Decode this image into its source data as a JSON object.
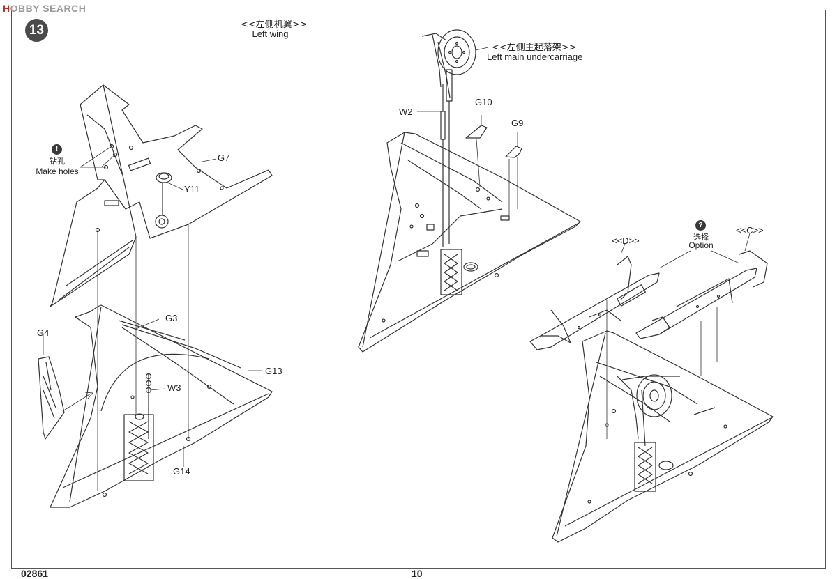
{
  "watermark": {
    "logo": "H",
    "text": "OBBY SEARCH"
  },
  "step_number": "13",
  "sections": {
    "left_wing": {
      "cn": "<<左侧机翼>>",
      "en": "Left wing"
    },
    "left_main_undercarriage": {
      "cn": "<<左侧主起落架>>",
      "en": "Left main undercarriage"
    }
  },
  "notes": {
    "make_holes": {
      "badge": "!",
      "cn": "钻孔",
      "en": "Make holes"
    },
    "option": {
      "badge": "?",
      "cn": "选择",
      "en": "Option"
    }
  },
  "option_labels": {
    "d": "<<D>>",
    "c": "<<C>>"
  },
  "parts": {
    "g7": "G7",
    "y11": "Y11",
    "g3": "G3",
    "g4": "G4",
    "g13": "G13",
    "w3": "W3",
    "g14": "G14",
    "w2": "W2",
    "g10": "G10",
    "g9": "G9"
  },
  "footer": {
    "code": "02861",
    "page": "10"
  },
  "colors": {
    "line": "#333333",
    "badge": "#3a3a3a",
    "step": "#4a4a4a",
    "watermark_logo": "#b03030"
  }
}
